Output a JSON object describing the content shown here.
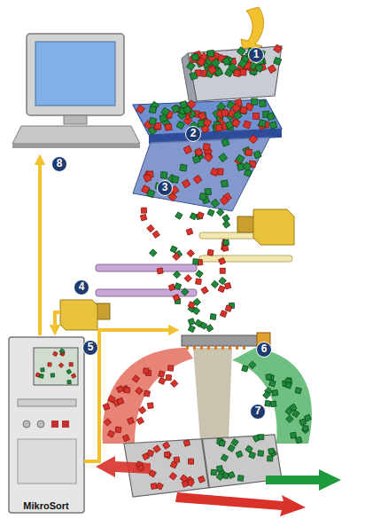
{
  "diagram": {
    "labels": [
      "1",
      "2",
      "8",
      "3",
      "4",
      "5",
      "6",
      "7",
      "MikroSort"
    ]
  }
}
